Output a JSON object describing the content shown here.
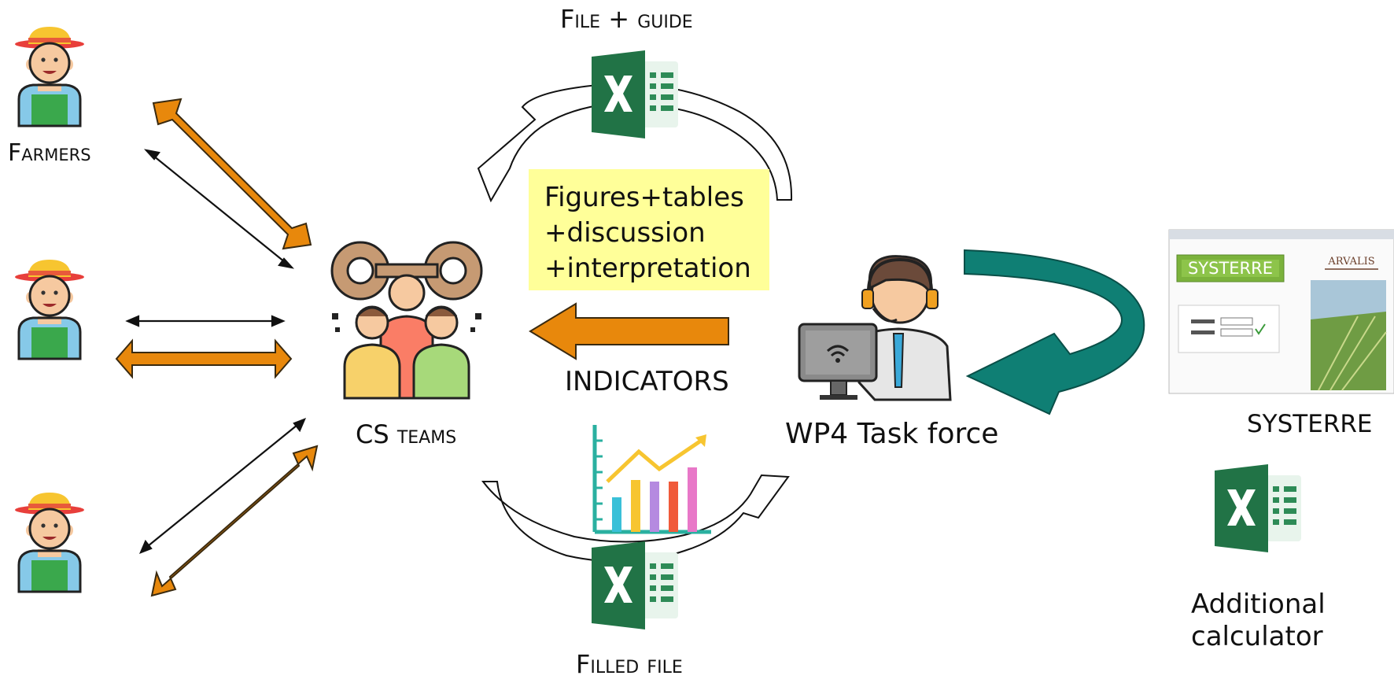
{
  "labels": {
    "farmers": "Farmers",
    "cs_teams": "CS teams",
    "file_guide": "File + guide",
    "filled_file": "Filled file",
    "indicators": "INDICATORS",
    "wp4": "WP4 Task force",
    "systerre": "SYSTERRE",
    "additional": "Additional calculator"
  },
  "note_lines": [
    "Figures+tables",
    "+discussion",
    "+interpretation"
  ],
  "systerre_window": {
    "logo": "SYSTERRE",
    "brand": "ARVALIS"
  },
  "colors": {
    "orange_arrow": "#e8880c",
    "teal_arrow": "#0f7f74",
    "note_yellow": "#ffff99",
    "excel_green": "#217346"
  }
}
